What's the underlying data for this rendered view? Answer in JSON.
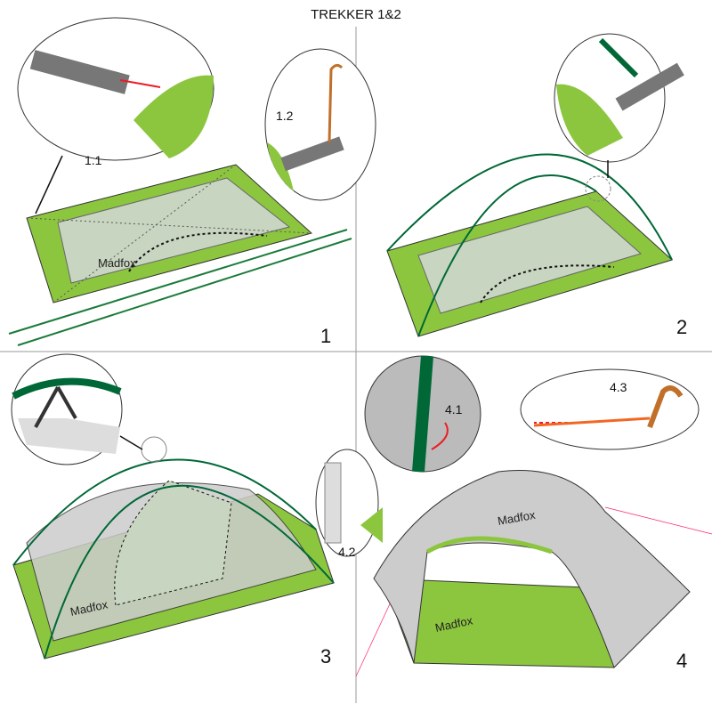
{
  "title": "TREKKER 1&2",
  "steps": [
    {
      "number": "1",
      "callouts": [
        "1.1",
        "1.2"
      ]
    },
    {
      "number": "2",
      "callouts": []
    },
    {
      "number": "3",
      "callouts": []
    },
    {
      "number": "4",
      "callouts": [
        "4.1",
        "4.2",
        "4.3"
      ]
    }
  ],
  "brand": "Madfox",
  "colors": {
    "fly_green": "#8cc63f",
    "pole_green": "#006837",
    "grey": "#cccccc",
    "arrow_red": "#ed1c24",
    "stake_orange": "#c1702a"
  }
}
